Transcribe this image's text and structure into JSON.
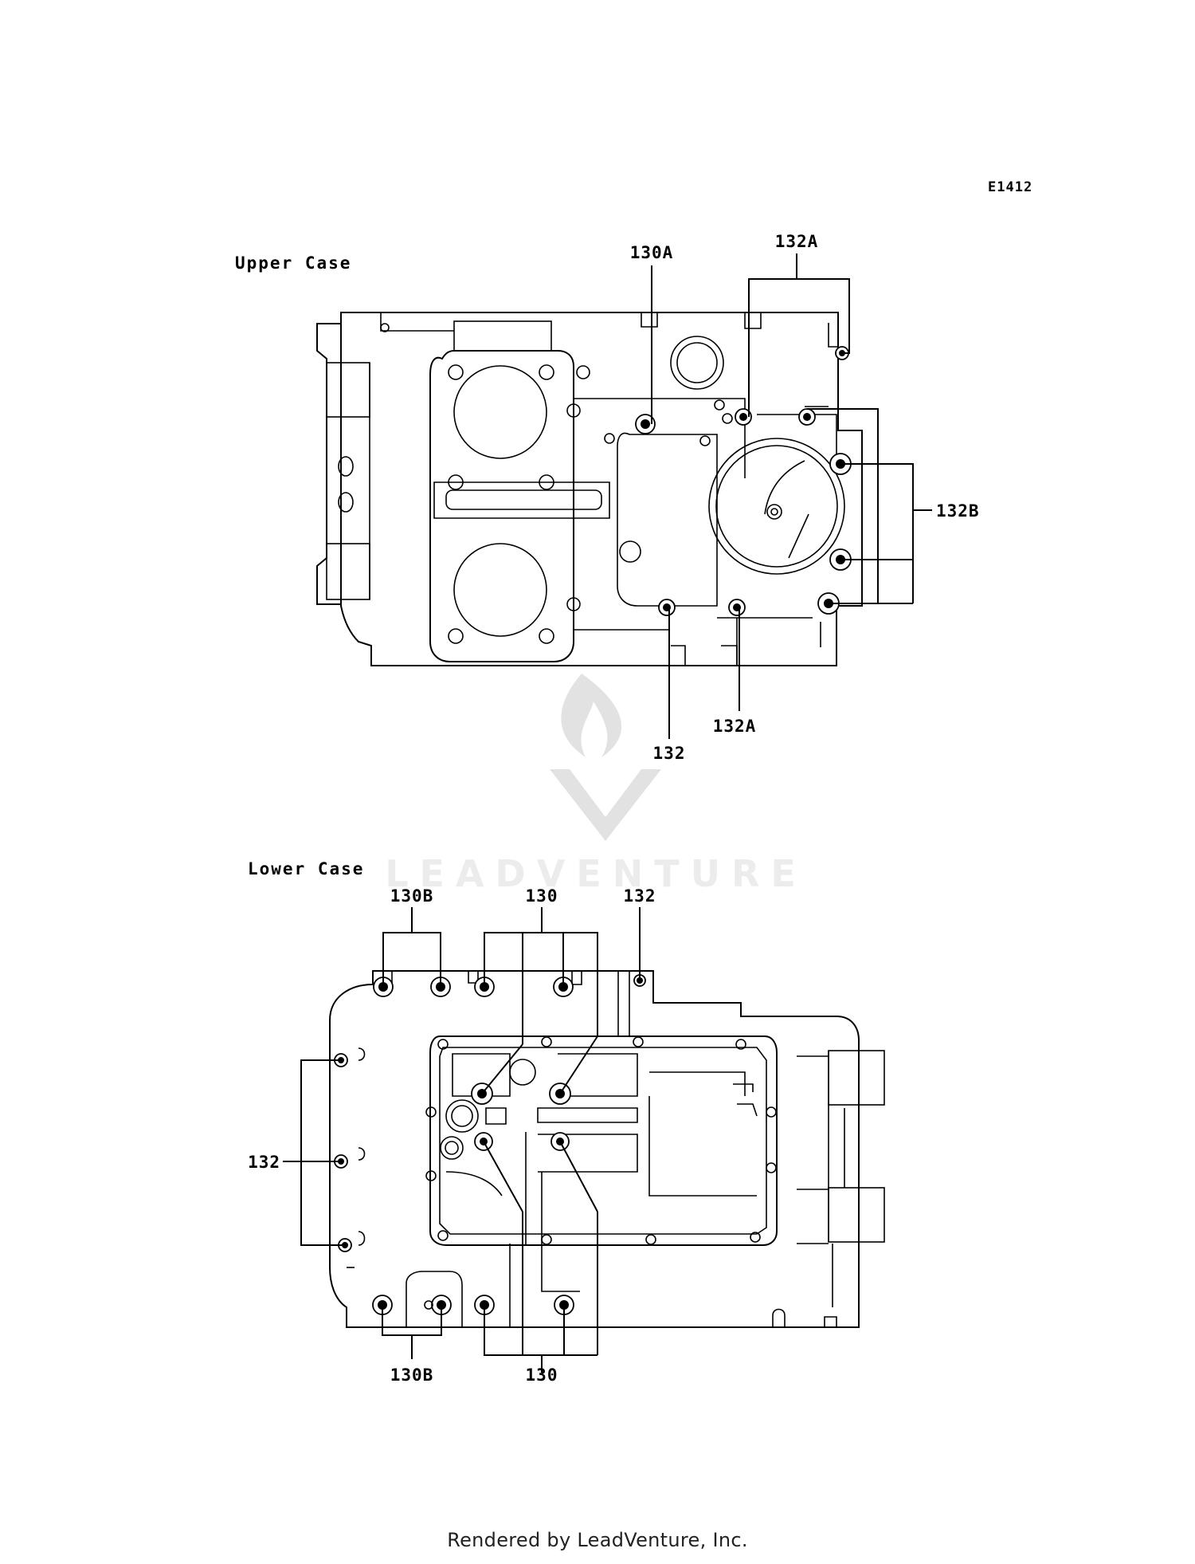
{
  "diagram_code": "E1412",
  "upper_case": {
    "title": "Upper Case",
    "callouts": {
      "c130A": "130A",
      "c132A_top": "132A",
      "c132B": "132B",
      "c132": "132",
      "c132A_bottom": "132A"
    }
  },
  "lower_case": {
    "title": "Lower Case",
    "callouts": {
      "c130B_top": "130B",
      "c130_top": "130",
      "c132_top": "132",
      "c132_left": "132",
      "c130B_bottom": "130B",
      "c130_bottom": "130"
    }
  },
  "watermark": {
    "text": "LEADVENTURE"
  },
  "footer": {
    "text": "Rendered by LeadVenture, Inc."
  }
}
